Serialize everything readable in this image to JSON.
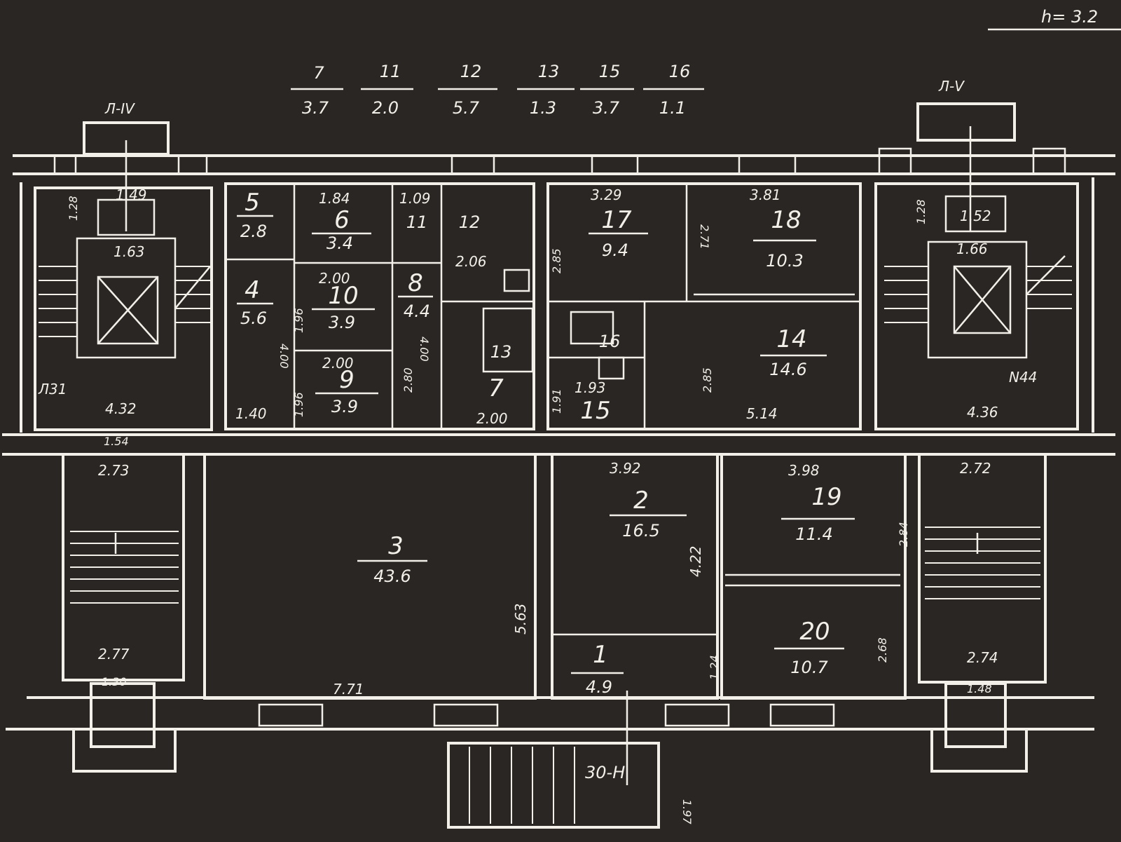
{
  "colors": {
    "background": "#2a2624",
    "lines": "#f2efe8"
  },
  "header": {
    "ceiling": "h= 3.2",
    "legend": [
      {
        "num": "7",
        "area": "3.7"
      },
      {
        "num": "11",
        "area": "2.0"
      },
      {
        "num": "12",
        "area": "5.7"
      },
      {
        "num": "13",
        "area": "1.3"
      },
      {
        "num": "15",
        "area": "3.7"
      },
      {
        "num": "16",
        "area": "1.1"
      }
    ]
  },
  "stair_tags": {
    "left": "Л-IV",
    "right": "Л-V",
    "left_code": "Л31",
    "right_code": "N44"
  },
  "rooms": {
    "r1": {
      "num": "1",
      "area": "4.9"
    },
    "r2": {
      "num": "2",
      "area": "16.5"
    },
    "r3": {
      "num": "3",
      "area": "43.6"
    },
    "r4": {
      "num": "4",
      "area": "5.6"
    },
    "r5": {
      "num": "5",
      "area": "2.8"
    },
    "r6": {
      "num": "6",
      "area": "3.4"
    },
    "r7": {
      "num": "7",
      "area": ""
    },
    "r8": {
      "num": "8",
      "area": "4.4"
    },
    "r9": {
      "num": "9",
      "area": "3.9"
    },
    "r10": {
      "num": "10",
      "area": "3.9"
    },
    "r11": {
      "num": "11"
    },
    "r12": {
      "num": "12"
    },
    "r13": {
      "num": "13"
    },
    "r14": {
      "num": "14",
      "area": "14.6"
    },
    "r15": {
      "num": "15"
    },
    "r16": {
      "num": "16"
    },
    "r17": {
      "num": "17",
      "area": "9.4"
    },
    "r18": {
      "num": "18",
      "area": "10.3"
    },
    "r19": {
      "num": "19",
      "area": "11.4"
    },
    "r20": {
      "num": "20",
      "area": "10.7"
    }
  },
  "dims": {
    "d_149": "1.49",
    "d_128a": "1.28",
    "d_163": "1.63",
    "d_432": "4.32",
    "d_154": "1.54",
    "d_273": "2.73",
    "d_277": "2.77",
    "d_130": "1.30",
    "d_184": "1.84",
    "d_109": "1.09",
    "d_200a": "2.00",
    "d_200b": "2.00",
    "d_206": "2.06",
    "d_140": "1.40",
    "d_400a": "4.00",
    "d_400b": "4.00",
    "d_196a": "1.96",
    "d_196b": "1.96",
    "d_280": "2.80",
    "d_200c": "2.00",
    "d_329": "3.29",
    "d_381": "3.81",
    "d_285a": "2.85",
    "d_271": "2.71",
    "d_285b": "2.85",
    "d_191": "1.91",
    "d_193": "1.93",
    "d_514": "5.14",
    "d_392": "3.92",
    "d_398": "3.98",
    "d_422": "4.22",
    "d_284": "2.84",
    "d_268": "2.68",
    "d_124": "1.24",
    "d_563": "5.63",
    "d_771": "7.71",
    "d_152": "1.52",
    "d_166": "1.66",
    "d_128b": "1.28",
    "d_436": "4.36",
    "d_272": "2.72",
    "d_274": "2.74",
    "d_148": "1.48",
    "d_197": "1.97",
    "d_300": "30-H"
  }
}
